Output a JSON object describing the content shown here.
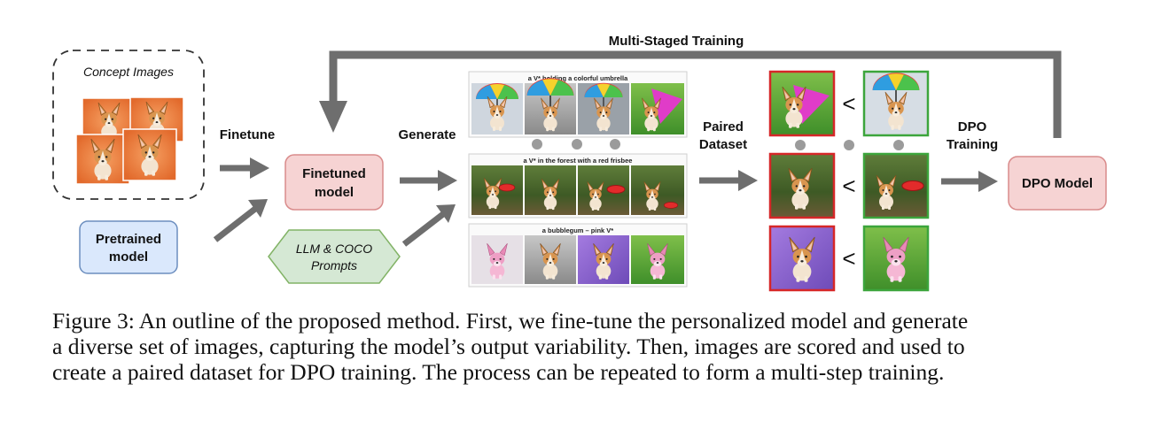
{
  "concept_box": {
    "label": "Concept Images"
  },
  "pretrained": {
    "label_line1": "Pretrained",
    "label_line2": "model"
  },
  "finetuned": {
    "label_line1": "Finetuned",
    "label_line2": "model"
  },
  "prompts": {
    "label_line1": "LLM & COCO",
    "label_line2": "Prompts"
  },
  "dpo_model": {
    "label": "DPO Model"
  },
  "steps": {
    "finetune": "Finetune",
    "generate": "Generate",
    "paired_line1": "Paired",
    "paired_line2": "Dataset",
    "dpo_line1": "DPO",
    "dpo_line2": "Training",
    "multi_staged": "Multi-Staged Training"
  },
  "generated_sets": [
    {
      "prompt": "a V* holding a colorful umbrella"
    },
    {
      "prompt": "a V* in the forest with a red frisbee"
    },
    {
      "prompt": "a bubblegum – pink V*"
    }
  ],
  "pairs": [
    {
      "symbol": "<"
    },
    {
      "symbol": "<"
    },
    {
      "symbol": "<"
    }
  ],
  "colors": {
    "arrow": "#6e6e6e",
    "finetuned_fill": "#f6d3d3",
    "finetuned_stroke": "#d98b8b",
    "pretrained_fill": "#dae8fc",
    "pretrained_stroke": "#6c8ebf",
    "prompts_fill": "#d5e8d4",
    "prompts_stroke": "#82b366",
    "loser_border": "#d62728",
    "winner_border": "#3ca53c"
  },
  "caption": {
    "line1": "Figure 3: An outline of the proposed method. First, we fine-tune the personalized model and generate",
    "line2": "a diverse set of images, capturing the model’s output variability. Then, images are scored and used to",
    "line3": "create a paired dataset for DPO training. The process can be repeated to form a multi-step training."
  }
}
